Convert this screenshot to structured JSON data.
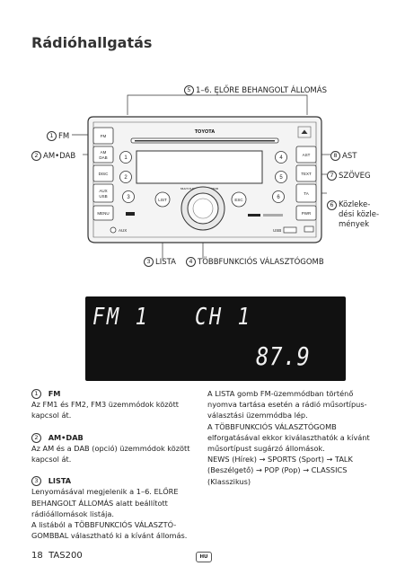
{
  "title": "Rádióhallgatás",
  "diagram": {
    "brand": "TOYOTA",
    "callouts": {
      "c5": {
        "num": "5",
        "text": "1–6. ELŐRE BEHANGOLT ÁLLOMÁS"
      },
      "c1": {
        "num": "1",
        "text": "FM"
      },
      "c2": {
        "num": "2",
        "text": "AM•DAB"
      },
      "c8": {
        "num": "8",
        "text": "AST"
      },
      "c7": {
        "num": "7",
        "text": "SZÖVEG"
      },
      "c6": {
        "num": "6",
        "text": "Közleke-\ndési közle-\nmények"
      },
      "c3": {
        "num": "3",
        "text": "LISTA"
      },
      "c4": {
        "num": "4",
        "text": "TÖBBFUNKCIÓS VÁLASZTÓGOMB"
      }
    },
    "buttons": {
      "fm": "FM",
      "am_dab": "AM\nDAB",
      "disc": "DISC",
      "aux_usb": "AUX\nUSB",
      "menu": "MENU",
      "ast": "AST",
      "text": "TEXT",
      "ta": "TA",
      "pwr": "PWR",
      "list": "LIST",
      "esc": "ESC",
      "multi": "MULTI FUNCTION SELECTOR",
      "aux_port": "AUX",
      "usb_port": "USB",
      "presets": [
        "1",
        "2",
        "3",
        "4",
        "5",
        "6"
      ]
    }
  },
  "display": {
    "band": "FM 1",
    "channel": "CH 1",
    "frequency": "87.9"
  },
  "left_column": {
    "item1": {
      "num": "1",
      "title": "FM",
      "body": "Az FM1 és FM2, FM3 üzemmódok között kapcsol át."
    },
    "item2": {
      "num": "2",
      "title": "AM•DAB",
      "body": "Az AM és a DAB (opció) üzemmódok között kapcsol át."
    },
    "item3": {
      "num": "3",
      "title": "LISTA",
      "body": "Lenyomásával megjelenik a 1–6. ELŐRE BEHANGOLT ÁLLOMÁS alatt beállított rádióállomások listája.\nA listából a TÖBBFUNKCIÓS VÁLASZTÓ-GOMBBAL választható ki a kívánt állomás."
    }
  },
  "right_column": {
    "body": "A LISTA gomb FM-üzemmódban történő nyomva tartása esetén a rádió műsortípus-választási üzemmódba lép.\nA TÖBBFUNKCIÓS VÁLASZTÓGOMB elforgatásával ekkor kiválaszthatók a kívánt műsortípust sugárzó állomások.\nNEWS (Hírek) → SPORTS (Sport) → TALK (Beszélgető) → POP (Pop) → CLASSICS (Klasszikus)"
  },
  "footer": {
    "page": "18",
    "model": "TAS200",
    "lang": "HU"
  }
}
